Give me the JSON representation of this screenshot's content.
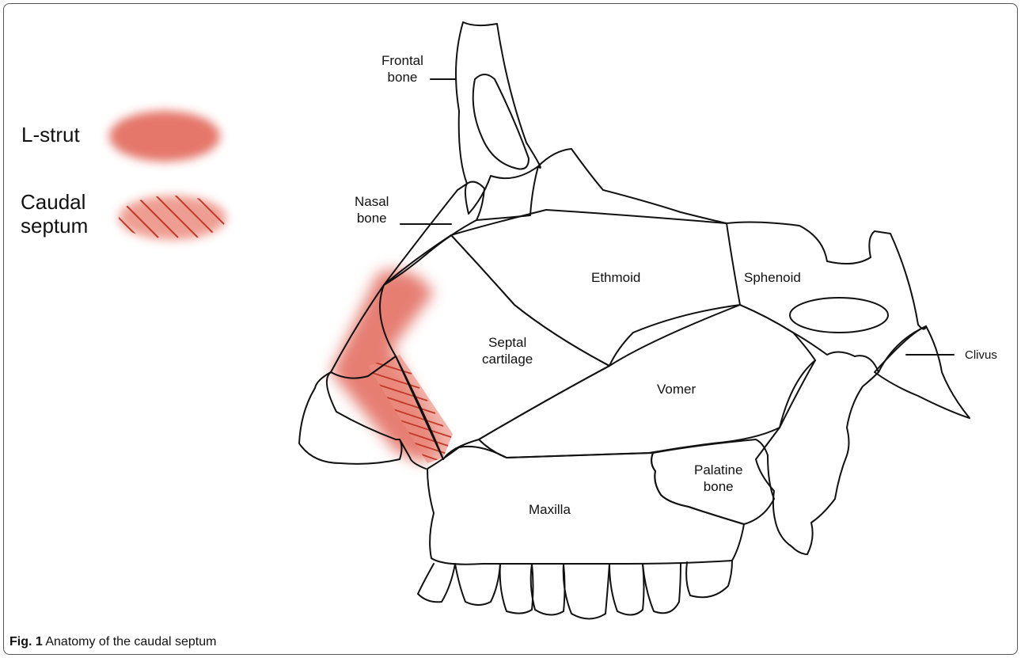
{
  "legend": {
    "l_strut": "L-strut",
    "caudal_septum": "Caudal\nseptum",
    "l_strut_color": "#e2685a",
    "caudal_hatch_color": "#c0392b"
  },
  "labels": {
    "frontal_bone": "Frontal\nbone",
    "nasal_bone": "Nasal\nbone",
    "ethmoid": "Ethmoid",
    "sphenoid": "Sphenoid",
    "septal_cartilage": "Septal\ncartilage",
    "clivus": "Clivus",
    "vomer": "Vomer",
    "palatine_bone": "Palatine\nbone",
    "maxilla": "Maxilla"
  },
  "caption": {
    "number": "Fig. 1",
    "text": " Anatomy of the caudal septum"
  }
}
